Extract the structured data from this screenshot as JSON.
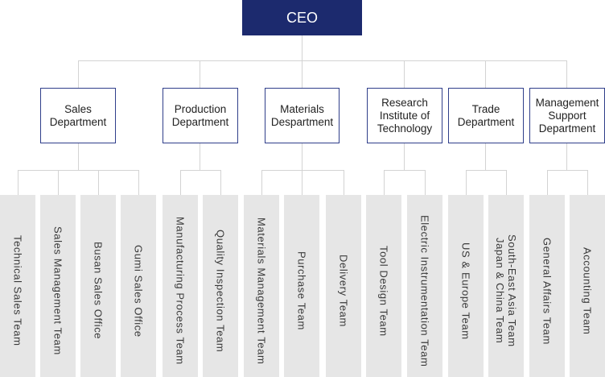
{
  "ceo": {
    "label": "CEO"
  },
  "departments": [
    {
      "label": "Sales\nDepartment"
    },
    {
      "label": "Production\nDepartment"
    },
    {
      "label": "Materials\nDespartment"
    },
    {
      "label": "Research\nInstitute of\nTechnology"
    },
    {
      "label": "Trade\nDepartment"
    },
    {
      "label": "Management\nSupport\nDepartment"
    }
  ],
  "teams": [
    {
      "label": "Technical Sales Team"
    },
    {
      "label": "Sales Management Team"
    },
    {
      "label": "Busan Sales Office"
    },
    {
      "label": "Gumi Sales Office"
    },
    {
      "label": "Manufacturing Process Team"
    },
    {
      "label": "Quality Inspection Team"
    },
    {
      "label": "Materials Management Team"
    },
    {
      "label": "Purchase Team"
    },
    {
      "label": "Delivery Team"
    },
    {
      "label": "Tool Design Team"
    },
    {
      "label": "Electric Instrumentation Team"
    },
    {
      "label": "US & Europe Team"
    },
    {
      "label": "South-East Asia Team\nJapan & China Team"
    },
    {
      "label": "General Affairs Team"
    },
    {
      "label": "Accounting Team"
    }
  ],
  "colors": {
    "ceo_fill": "#1c2a6e",
    "dept_border": "#2f3e8a",
    "team_fill": "#e6e6e6",
    "connector": "#d3d3d3"
  }
}
